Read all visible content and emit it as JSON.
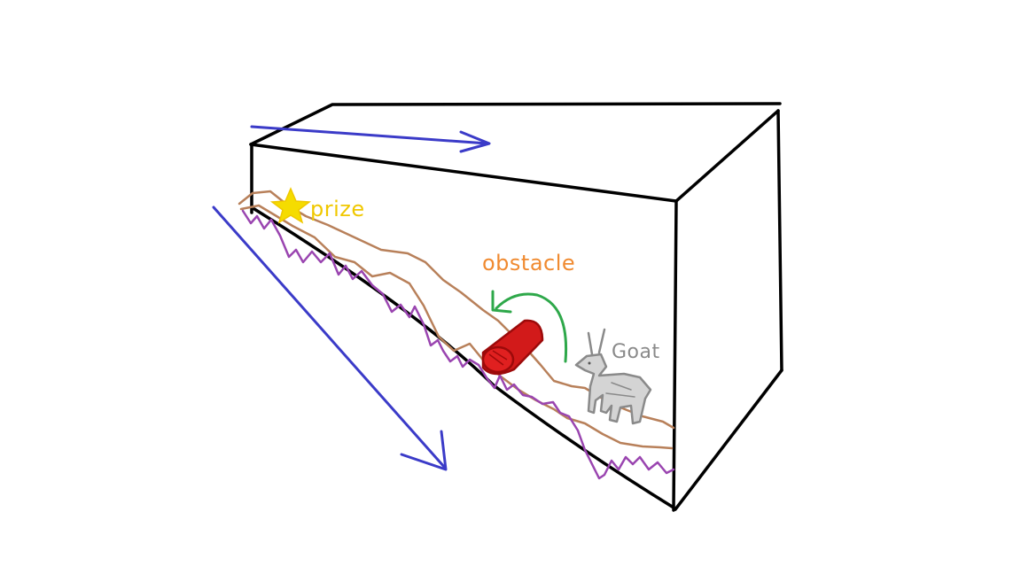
{
  "labels": {
    "prize": "prize",
    "obstacle": "obstacle",
    "goat": "Goat"
  },
  "colors": {
    "outline": "#000000",
    "arrow": "#3b3bc8",
    "terrain": "#b8805a",
    "terrain_jagged": "#9a45b0",
    "prize": "#f0d000",
    "obstacle": "#d21a1a",
    "obstacle_text": "#f08a30",
    "obstacle_arrow": "#2ea84a",
    "goat": "#8a8a8a"
  },
  "icons": {
    "prize": "star-icon",
    "obstacle": "log-icon",
    "goat": "goat-icon"
  }
}
